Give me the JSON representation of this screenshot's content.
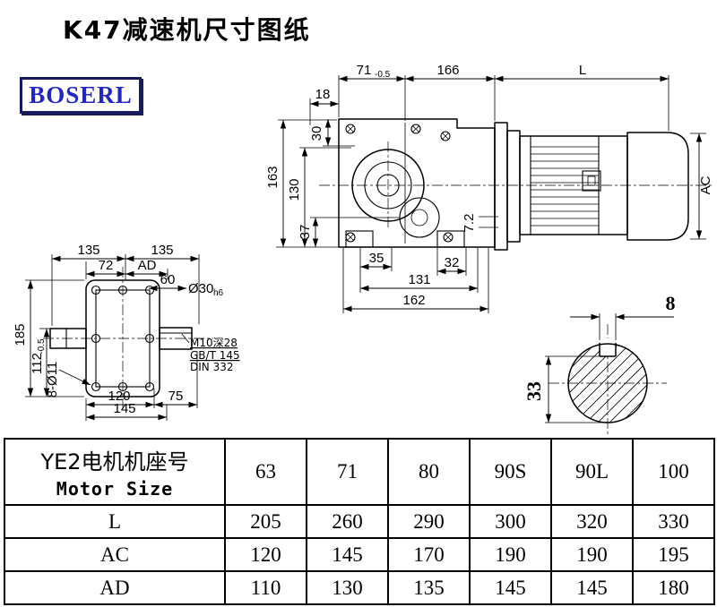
{
  "page": {
    "title": "K47减速机尺寸图纸",
    "brand": "BOSERL"
  },
  "drawing": {
    "side_view": {
      "dim_width_input": "71",
      "dim_width_input_tol": "-0.5",
      "dim_width_mid": "166",
      "dim_motor_length": "L",
      "dim_offset_top": "18",
      "dim_30": "30",
      "dim_height_total": "163",
      "dim_height_mid": "130",
      "dim_foot_height": "37",
      "dim_7_2": "7.2",
      "dim_foot_left": "35",
      "dim_foot_right": "32",
      "dim_foot_span": "131",
      "dim_base_length": "162",
      "dim_motor_diameter": "AC"
    },
    "front_view": {
      "dim_135_left": "135",
      "dim_135_right": "135",
      "dim_72": "72",
      "dim_ad": "AD",
      "dim_60": "60",
      "dim_shaft_dia": "Ø30",
      "dim_shaft_fit": "h6",
      "dim_185": "185",
      "dim_112": "112",
      "dim_112_tol": "-0.5",
      "dim_holes": "8-Ø11",
      "dim_120": "120",
      "dim_75": "75",
      "dim_145": "145",
      "note_tap": "M10深28",
      "note_std1": "GB/T 145",
      "note_std2": "DIN 332"
    },
    "section_view": {
      "dim_key_width": "8",
      "dim_key_height": "33"
    }
  },
  "table": {
    "header": {
      "line1": "YE2电机机座号",
      "line2": "Motor Size"
    },
    "sizes": [
      "63",
      "71",
      "80",
      "90S",
      "90L",
      "100"
    ],
    "rows": [
      {
        "label": "L",
        "values": [
          "205",
          "260",
          "290",
          "300",
          "320",
          "330"
        ]
      },
      {
        "label": "AC",
        "values": [
          "120",
          "145",
          "170",
          "190",
          "190",
          "195"
        ]
      },
      {
        "label": "AD",
        "values": [
          "110",
          "130",
          "135",
          "145",
          "145",
          "180"
        ]
      }
    ]
  }
}
